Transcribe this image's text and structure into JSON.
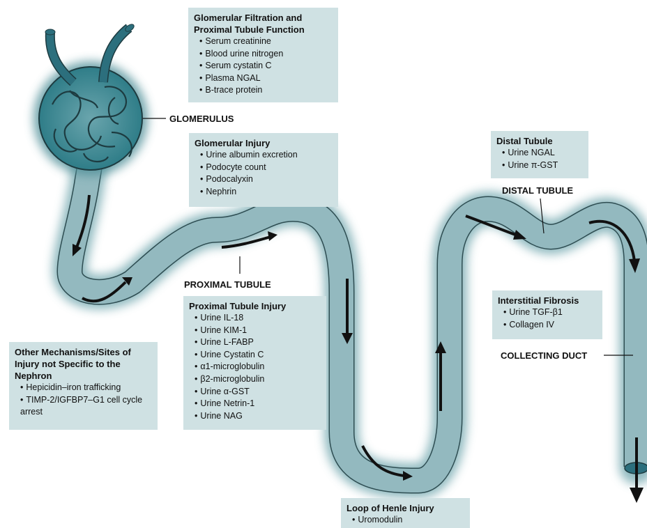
{
  "labels": {
    "glomerulus": "GLOMERULUS",
    "proximal_tubule": "PROXIMAL TUBULE",
    "distal_tubule": "DISTAL TUBULE",
    "collecting_duct": "COLLECTING DUCT"
  },
  "boxes": {
    "glomerular_filtration": {
      "title": "Glomerular Filtration and Proximal Tubule Function",
      "items": [
        "Serum creatinine",
        "Blood urine nitrogen",
        "Serum cystatin C",
        "Plasma NGAL",
        "B-trace protein"
      ]
    },
    "glomerular_injury": {
      "title": "Glomerular Injury",
      "items": [
        "Urine albumin excretion",
        "Podocyte count",
        "Podocalyxin",
        "Nephrin"
      ]
    },
    "distal_tubule": {
      "title": "Distal Tubule",
      "items": [
        "Urine NGAL",
        "Urine π-GST"
      ]
    },
    "proximal_tubule_injury": {
      "title": "Proximal Tubule Injury",
      "items": [
        "Urine IL-18",
        "Urine KIM-1",
        "Urine L-FABP",
        "Urine Cystatin C",
        "α1-microglobulin",
        "β2-microglobulin",
        "Urine α-GST",
        "Urine Netrin-1",
        "Urine NAG"
      ]
    },
    "interstitial_fibrosis": {
      "title": "Interstitial Fibrosis",
      "items": [
        "Urine TGF-β1",
        "Collagen IV"
      ]
    },
    "other_mechanisms": {
      "title": "Other Mechanisms/Sites of Injury not Specific to the Nephron",
      "items": [
        "Hepicidin–iron trafficking",
        "TIMP-2/IGFBP7–G1 cell cycle arrest"
      ]
    },
    "loop_of_henle": {
      "title": "Loop of Henle Injury",
      "items": [
        "Uromodulin"
      ]
    }
  },
  "colors": {
    "tubule": "#93b9bf",
    "tubule_glow": "#5c9ba2",
    "box": "#cfe1e3",
    "vessel": "#2c6f7d",
    "arrow": "#111111"
  }
}
